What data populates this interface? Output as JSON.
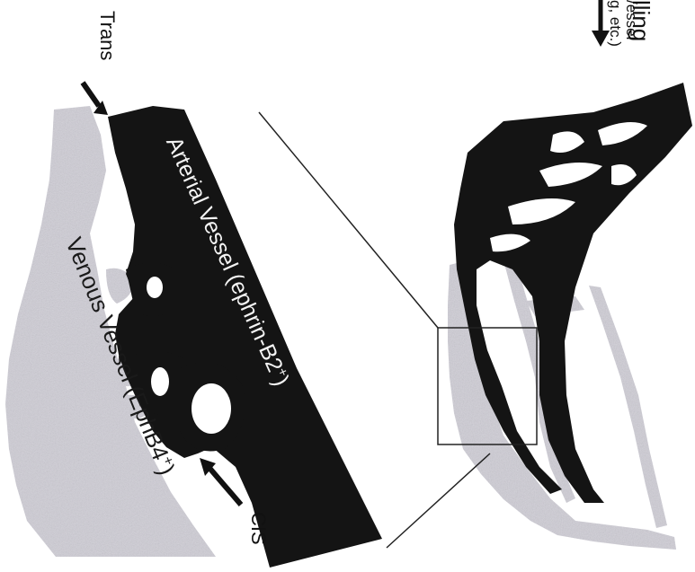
{
  "figure": {
    "labels": {
      "trans": "Trans",
      "cis": "CIS",
      "arterial": "Arterial Vessel (ephrin-B2",
      "arterial_sup": "+",
      "arterial_close": ")",
      "venous": "Venous Vessel (EphB4",
      "venous_sup": "+",
      "venous_close": ")",
      "top_caption_1": "lling",
      "top_caption_2": "/essel",
      "top_caption_3": "g, etc.)"
    },
    "colors": {
      "arterial": "#141414",
      "venous": "#cfcdd6",
      "line": "#222222",
      "background": "#ffffff"
    }
  }
}
